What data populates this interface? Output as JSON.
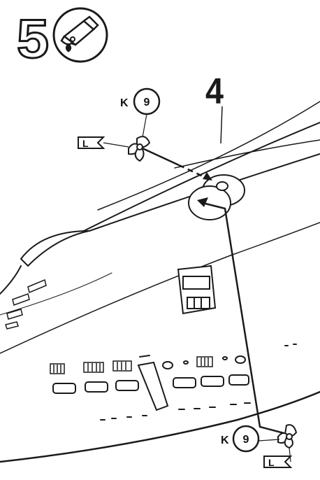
{
  "step": {
    "number": "5",
    "tool_icon": "glue-tube-icon"
  },
  "reference": {
    "assembly_number": "4"
  },
  "parts": {
    "upper": {
      "sprue": "K",
      "part": "9",
      "side": "L"
    },
    "lower": {
      "sprue": "K",
      "part": "9",
      "side": "L"
    }
  },
  "colors": {
    "ink": "#1a1a1a",
    "paper": "#ffffff"
  }
}
